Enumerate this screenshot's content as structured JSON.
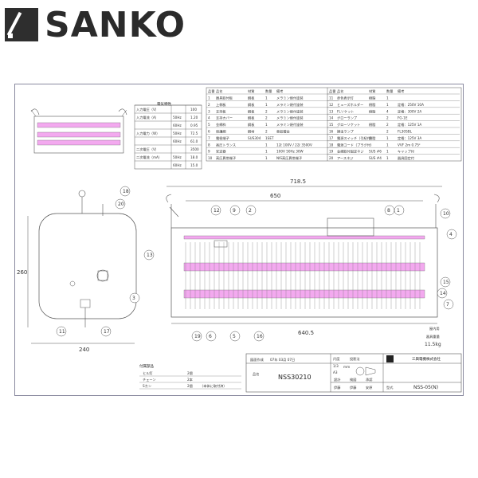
{
  "brand": {
    "name": "SANKO"
  },
  "specs": {
    "title": "電気特性",
    "rows": [
      {
        "label": "入力電圧（V）",
        "freq": "",
        "value": "100"
      },
      {
        "label": "入力電流（A）",
        "freq": "50Hz",
        "value": "1.20"
      },
      {
        "label": "",
        "freq": "60Hz",
        "value": "0.95"
      },
      {
        "label": "入力電力（W）",
        "freq": "50Hz",
        "value": "72.5"
      },
      {
        "label": "",
        "freq": "60Hz",
        "value": "61.0"
      },
      {
        "label": "二次電圧（V）",
        "freq": "",
        "value": "3500"
      },
      {
        "label": "二次電流（mA）",
        "freq": "50Hz",
        "value": "18.0"
      },
      {
        "label": "",
        "freq": "60Hz",
        "value": "15.0"
      }
    ]
  },
  "parts": {
    "headers": [
      "品番",
      "品名",
      "材質",
      "数量",
      "備考"
    ],
    "left": [
      {
        "no": "1",
        "name": "器具取付板",
        "mat": "鋼板",
        "qty": "1",
        "note": "メラミン焼付塗装"
      },
      {
        "no": "2",
        "name": "上側板",
        "mat": "鋼板",
        "qty": "1",
        "note": "メラミン焼付塗装"
      },
      {
        "no": "3",
        "name": "支持板",
        "mat": "鋼板",
        "qty": "2",
        "note": "メラミン焼付塗装"
      },
      {
        "no": "4",
        "name": "支持カバー",
        "mat": "鋼板",
        "qty": "2",
        "note": "メラミン焼付塗装"
      },
      {
        "no": "5",
        "name": "金網枠",
        "mat": "鋼板",
        "qty": "1",
        "note": "メラミン焼付塗装"
      },
      {
        "no": "6",
        "name": "保護網",
        "mat": "鋼材",
        "qty": "2",
        "note": "亜鉛鍍金"
      },
      {
        "no": "7",
        "name": "電極端子",
        "mat": "SUS304",
        "qty": "1SET",
        "note": ""
      },
      {
        "no": "8",
        "name": "高圧トランス",
        "mat": "",
        "qty": "1",
        "note": "1次 100V / 2次 3500V"
      },
      {
        "no": "9",
        "name": "安定器",
        "mat": "",
        "qty": "1",
        "note": "100V 50Hz 30W"
      },
      {
        "no": "10",
        "name": "高圧異常端子",
        "mat": "",
        "qty": "1",
        "note": "NIS高圧異常端子"
      }
    ],
    "right": [
      {
        "no": "11",
        "name": "赤色表示灯",
        "mat": "樹脂",
        "qty": "1",
        "note": ""
      },
      {
        "no": "12",
        "name": "ヒューズホルダー",
        "mat": "樹脂",
        "qty": "1",
        "note": "定格：250V 10A"
      },
      {
        "no": "13",
        "name": "FLソケット",
        "mat": "樹脂",
        "qty": "4",
        "note": "定格：300V 2A"
      },
      {
        "no": "14",
        "name": "グローランプ",
        "mat": "",
        "qty": "2",
        "note": "FG-1E"
      },
      {
        "no": "15",
        "name": "グローソケット",
        "mat": "樹脂",
        "qty": "2",
        "note": "定格：125V 1A"
      },
      {
        "no": "16",
        "name": "捕虫ランプ",
        "mat": "",
        "qty": "2",
        "note": "FL30SBL"
      },
      {
        "no": "17",
        "name": "電源スイッチ（引紐付）",
        "mat": "樹脂",
        "qty": "1",
        "note": "定格：125V 3A"
      },
      {
        "no": "18",
        "name": "電源コード（プラグ付）",
        "mat": "",
        "qty": "1",
        "note": "VVF 2m 0.75²"
      },
      {
        "no": "19",
        "name": "金網取付固定ネジ",
        "mat": "SUS #6",
        "qty": "1",
        "note": "キャップ付"
      },
      {
        "no": "20",
        "name": "アースネジ",
        "mat": "SUS #4",
        "qty": "1",
        "note": "器具固定付"
      }
    ]
  },
  "dimensions": {
    "overall": "718.5",
    "inner": "650",
    "bottom": "640.5",
    "side_width": "240",
    "side_height": "260"
  },
  "callouts": [
    "1",
    "2",
    "3",
    "4",
    "5",
    "6",
    "7",
    "8",
    "9",
    "10",
    "11",
    "12",
    "13",
    "14",
    "15",
    "16",
    "17",
    "18",
    "19",
    "20"
  ],
  "weight": {
    "label1": "屋内用",
    "label2": "器具重量",
    "value": "11.5kg"
  },
  "accessories": {
    "title": "付属部品",
    "items": [
      {
        "name": "ヒル釘",
        "qty": "2個",
        "note": ""
      },
      {
        "name": "チェーン",
        "qty": "2本",
        "note": ""
      },
      {
        "name": "Sカン",
        "qty": "2個",
        "note": "（本体に取付済）"
      }
    ]
  },
  "titleblock": {
    "date_label": "図面作成",
    "date": "07年 03月 07日",
    "scale_label": "尺度",
    "scale": "1/3",
    "size": "A3",
    "unit": "mm",
    "method_label": "投影法",
    "name_label": "品名",
    "drawing_no": "NSS30210",
    "company": "三興電機株式会社",
    "role_labels": [
      "設計",
      "検図",
      "承認"
    ],
    "roles": [
      "伊藤",
      "伊藤",
      "安原"
    ],
    "model_label": "型式",
    "model": "NSS-05(N)"
  }
}
